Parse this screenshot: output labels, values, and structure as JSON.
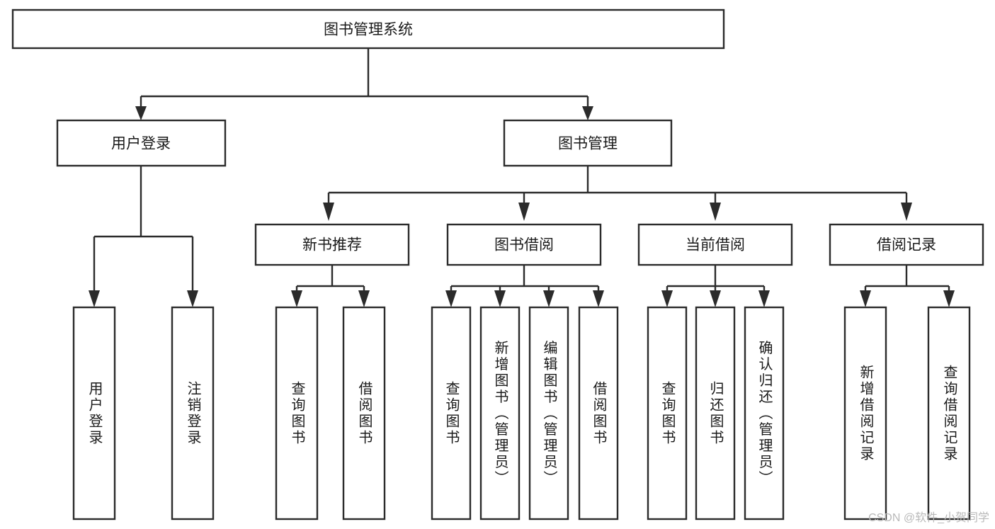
{
  "diagram": {
    "title": "图书管理系统",
    "type": "tree-hierarchy-diagram",
    "colors": {
      "box_fill": "#ffffff",
      "box_stroke": "#2b2b2b",
      "text": "#1a1a1a",
      "background": "#ffffff",
      "watermark": "#b9b9b9"
    },
    "root": {
      "label": "图书管理系统"
    },
    "level2": [
      {
        "label": "用户登录"
      },
      {
        "label": "图书管理"
      }
    ],
    "level3": [
      {
        "label": "新书推荐"
      },
      {
        "label": "图书借阅"
      },
      {
        "label": "当前借阅"
      },
      {
        "label": "借阅记录"
      }
    ],
    "leaves": {
      "user_login": [
        {
          "label": "用户登录"
        },
        {
          "label": "注销登录"
        }
      ],
      "new_book_recommend": [
        {
          "label": "查询图书"
        },
        {
          "label": "借阅图书"
        }
      ],
      "book_borrow": [
        {
          "label": "查询图书"
        },
        {
          "label": "新增图书（管理员）"
        },
        {
          "label": "编辑图书（管理员）"
        },
        {
          "label": "借阅图书"
        }
      ],
      "current_borrow": [
        {
          "label": "查询图书"
        },
        {
          "label": "归还图书"
        },
        {
          "label": "确认归还（管理员）"
        }
      ],
      "borrow_record": [
        {
          "label": "新增借阅记录"
        },
        {
          "label": "查询借阅记录"
        }
      ]
    }
  },
  "watermark": {
    "text": "CSDN @软件_小贺同学"
  }
}
